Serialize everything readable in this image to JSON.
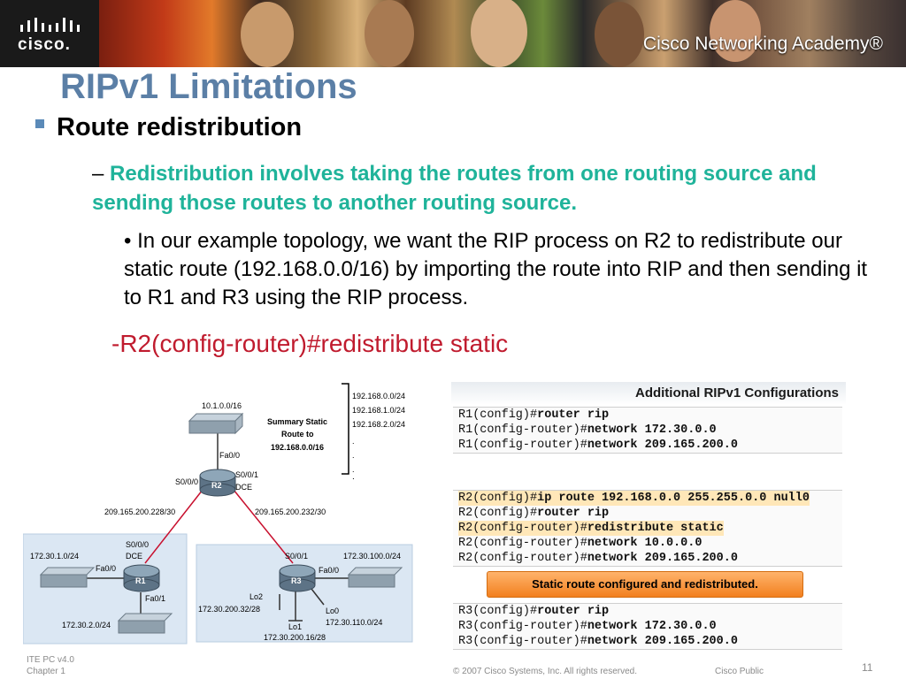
{
  "header": {
    "logo_text": "cisco.",
    "academy_text": "Cisco Networking Academy®"
  },
  "slide": {
    "title": "RIPv1 Limitations",
    "bullet1": "Route redistribution",
    "bullet2_dash": "–",
    "bullet2": "Redistribution involves taking the routes from one routing source and sending those routes to another routing source.",
    "bullet3": "In our example topology, we want the RIP process on R2 to redistribute our static route (192.168.0.0/16) by importing the route into RIP and then sending it to R1 and R3 using the RIP process.",
    "command": "-R2(config-router)#redistribute static"
  },
  "topology": {
    "lan_top": "10.1.0.0/16",
    "summary": [
      "Summary Static",
      "Route to",
      "192.168.0.0/16"
    ],
    "routes": [
      "192.168.0.0/24",
      "192.168.1.0/24",
      "192.168.2.0/24"
    ],
    "r2": "R2",
    "r1": "R1",
    "r3": "R3",
    "r2_fa": "Fa0/0",
    "r2_s1": "S0/0/1",
    "r2_dce": "DCE",
    "r2_s0": "S0/0/0",
    "wan_left": "209.165.200.228/30",
    "wan_right": "209.165.200.232/30",
    "r1_s0": "S0/0/0",
    "r1_dce": "DCE",
    "r1_fa0": "Fa0/0",
    "r1_fa1": "Fa0/1",
    "r1_lan1": "172.30.1.0/24",
    "r1_lan2": "172.30.2.0/24",
    "r3_s1": "S0/0/1",
    "r3_fa0": "Fa0/0",
    "r3_lan": "172.30.100.0/24",
    "lo2": "Lo2",
    "lo2_net": "172.30.200.32/28",
    "lo0": "Lo0",
    "lo0_net": "172.30.110.0/24",
    "lo1": "Lo1",
    "lo1_net": "172.30.200.16/28"
  },
  "config": {
    "title": "Additional RIPv1 Configurations",
    "r1": [
      {
        "prompt": "R1(config)#",
        "cmd": "router rip"
      },
      {
        "prompt": "R1(config-router)#",
        "cmd": "network 172.30.0.0"
      },
      {
        "prompt": "R1(config-router)#",
        "cmd": "network 209.165.200.0"
      }
    ],
    "r2": [
      {
        "prompt": "R2(config)#",
        "cmd": "ip route 192.168.0.0 255.255.0.0 null0"
      },
      {
        "prompt": "R2(config)#",
        "cmd": "router rip"
      },
      {
        "prompt": "R2(config-router)#",
        "cmd": "redistribute static"
      },
      {
        "prompt": "R2(config-router)#",
        "cmd": "network 10.0.0.0"
      },
      {
        "prompt": "R2(config-router)#",
        "cmd": "network 209.165.200.0"
      }
    ],
    "note": "Static route configured and redistributed.",
    "r3": [
      {
        "prompt": "R3(config)#",
        "cmd": "router rip"
      },
      {
        "prompt": "R3(config-router)#",
        "cmd": "network 172.30.0.0"
      },
      {
        "prompt": "R3(config-router)#",
        "cmd": "network 209.165.200.0"
      }
    ]
  },
  "footer": {
    "course": "ITE PC v4.0",
    "chapter": "Chapter 1",
    "copyright": "© 2007 Cisco Systems, Inc. All rights reserved.",
    "classification": "Cisco Public",
    "page": "11"
  }
}
